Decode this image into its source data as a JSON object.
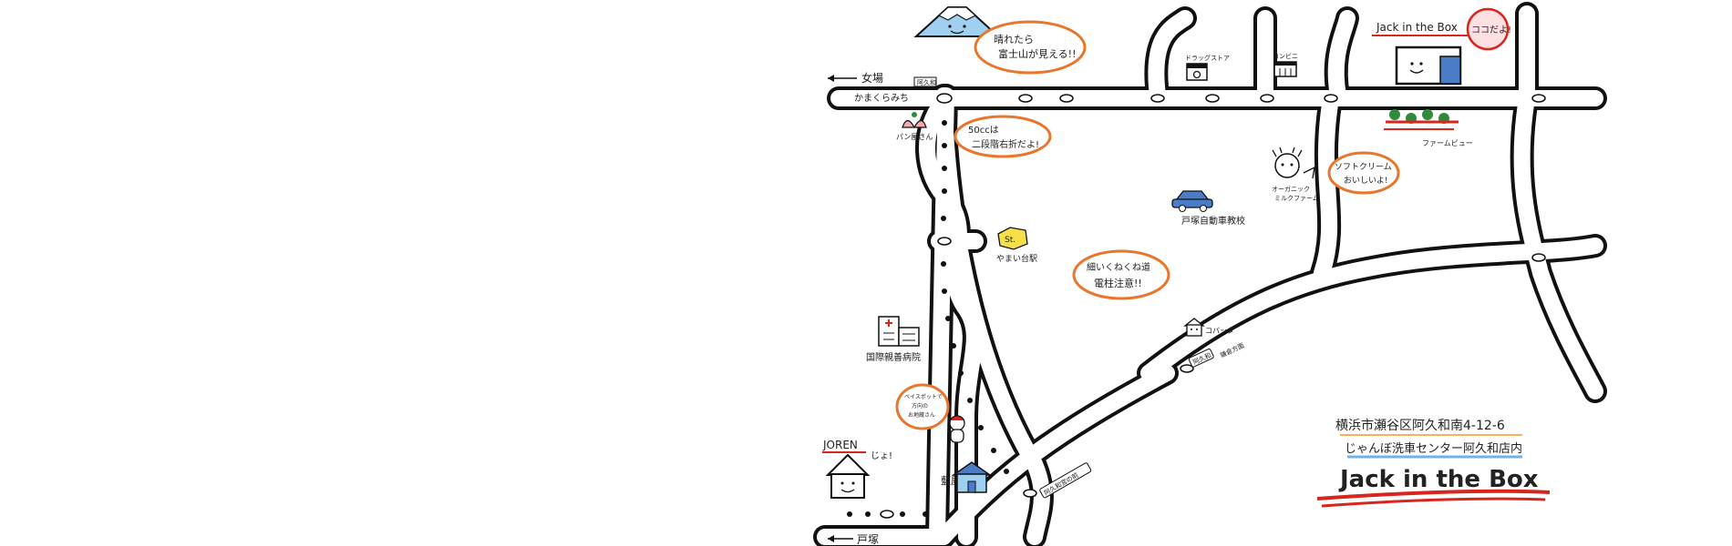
{
  "map": {
    "directions": {
      "top_left": "女場",
      "bottom_left": "戸塚"
    },
    "roads": {
      "kamakura_michi": "かまくらみち",
      "small_sign_top": "阿久和",
      "route_sign_1": "阿久和",
      "route_sign_2": "鎌倉方面",
      "route_sign_3": "阿久和宮の前"
    },
    "landmarks": {
      "pan_shop": "パン屋さん",
      "drugstore": "ドラッグストア",
      "convenience": "コンビニ",
      "farm_view": "ファームビュー",
      "organic_farm": "オーガニック\nミルクファーム",
      "driving_school": "戸塚自動車教校",
      "gas_station": "やまい台駅",
      "gas_station_sign": "St.",
      "hospital": "国際親善病院",
      "kobatto": "コバッタ",
      "ai_house": "藍屋",
      "joren": "JOREN",
      "joren_tag": "じょ!"
    },
    "bubbles": {
      "fuji": [
        "晴れたら",
        "富士山が見える!!"
      ],
      "fifty_cc": [
        "50ccは",
        "二段階右折だよ!"
      ],
      "softcream": [
        "ソフトクリーム",
        "おいしいよ!"
      ],
      "narrow_road": [
        "細いくねくね道",
        "電柱注意!!"
      ],
      "shrine": [
        "ベイスポットで",
        "方向の",
        "お地蔵さん"
      ]
    },
    "store": {
      "label": "Jack in the Box",
      "here": "ココだよ!"
    },
    "address": {
      "line1": "横浜市瀬谷区阿久和南4-12-6",
      "line2": "じゃんぼ洗車センター阿久和店内",
      "brand": "Jack in the Box"
    },
    "colors": {
      "orange_bubble": "#e8772e",
      "red_accent": "#d8261f",
      "blue_accent": "#6fb3e8",
      "fuji_blue": "#9fd0ef",
      "green": "#2e8b3a"
    }
  }
}
